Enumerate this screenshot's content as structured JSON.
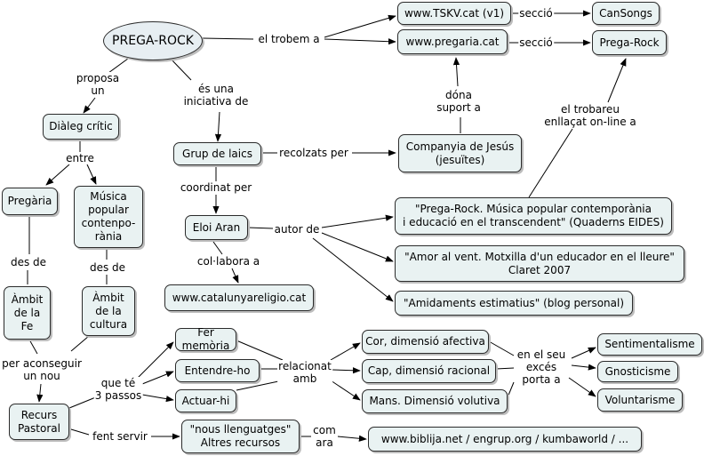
{
  "nodes": {
    "root": "PREGA-ROCK",
    "tskv": "www.TSKV.cat (v1)",
    "pregaria": "www.pregaria.cat",
    "cansongs": "CanSongs",
    "pregarock": "Prega-Rock",
    "dialeg": "Diàleg crític",
    "grup": "Grup de laics",
    "companyia": "Companyia de Jesús\n(jesuïtes)",
    "pregaria_node": "Pregària",
    "musica": "Música\npopular\ncontenpo-\nrània",
    "eloi": "Eloi Aran",
    "quaderns": "\"Prega-Rock. Música popular contemporània\ni educació en el transcendent\" (Quaderns EIDES)",
    "amor": "\"Amor al vent. Motxilla d'un educador en el lleure\"\nClaret 2007",
    "amidaments": "\"Amidaments estimatius\" (blog personal)",
    "catalunya": "www.catalunyareligio.cat",
    "ambit_fe": "Àmbit\nde la\nFe",
    "ambit_cultura": "Àmbit\nde la\ncultura",
    "fer_memoria": "Fer memòria",
    "entendre": "Entendre-ho",
    "actuar": "Actuar-hi",
    "cor": "Cor, dimensió afectiva",
    "cap": "Cap, dimensió racional",
    "mans": "Mans. Dimensió volutiva",
    "sentimentalisme": "Sentimentalisme",
    "gnosticisme": "Gnosticisme",
    "voluntarisme": "Voluntarisme",
    "recurs": "Recurs\nPastoral",
    "nous": "\"nous llenguatges\"\nAltres recursos",
    "webs": "www.biblija.net / engrup.org / kumbaworld / ..."
  },
  "links": {
    "el_trobem": "el trobem a",
    "seccio_1": "secció",
    "seccio_2": "secció",
    "dona_suport": "dóna\nsuport a",
    "trobareu": "el trobareu\nenllaçat on-line a",
    "proposa": "proposa\nun",
    "es_una": "és una\niniciativa de",
    "recolzats": "recolzats per",
    "entre": "entre",
    "coordinat": "coordinat per",
    "autor": "autor de",
    "col_labora": "col·labora a",
    "des_de_1": "des de",
    "des_de_2": "des de",
    "per_aconseguir": "per aconseguir\nun nou",
    "que_te": "que té\n3 passos",
    "relacionat": "relacionat\namb",
    "excess": "en el seu\nexcés\nporta a",
    "fent_servir": "fent servir",
    "com_ara": "com\nara"
  }
}
